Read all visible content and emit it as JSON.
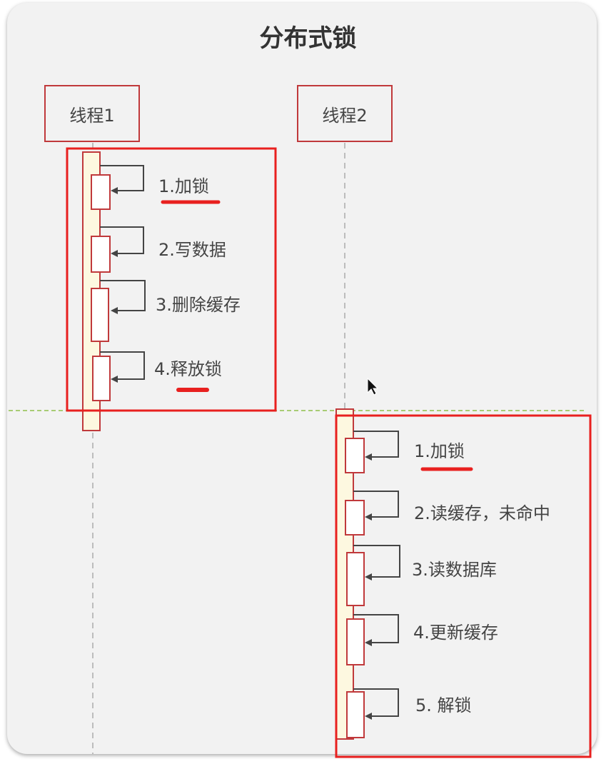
{
  "diagram": {
    "title": "分布式锁",
    "thread1": {
      "name": "线程1",
      "steps": [
        "1.加锁",
        "2.写数据",
        "3.删除缓存",
        "4.释放锁"
      ]
    },
    "thread2": {
      "name": "线程2",
      "steps": [
        "1.加锁",
        "2.读缓存，未命中",
        "3.读数据库",
        "4.更新缓存",
        "5. 解锁"
      ]
    },
    "colors": {
      "frame": "#e8201f",
      "box_border": "#c0393b",
      "activation_fill": "#fdf8e0",
      "arrow": "#444444",
      "divider": "#8fbf4a",
      "background": "#f2f2f2"
    }
  }
}
